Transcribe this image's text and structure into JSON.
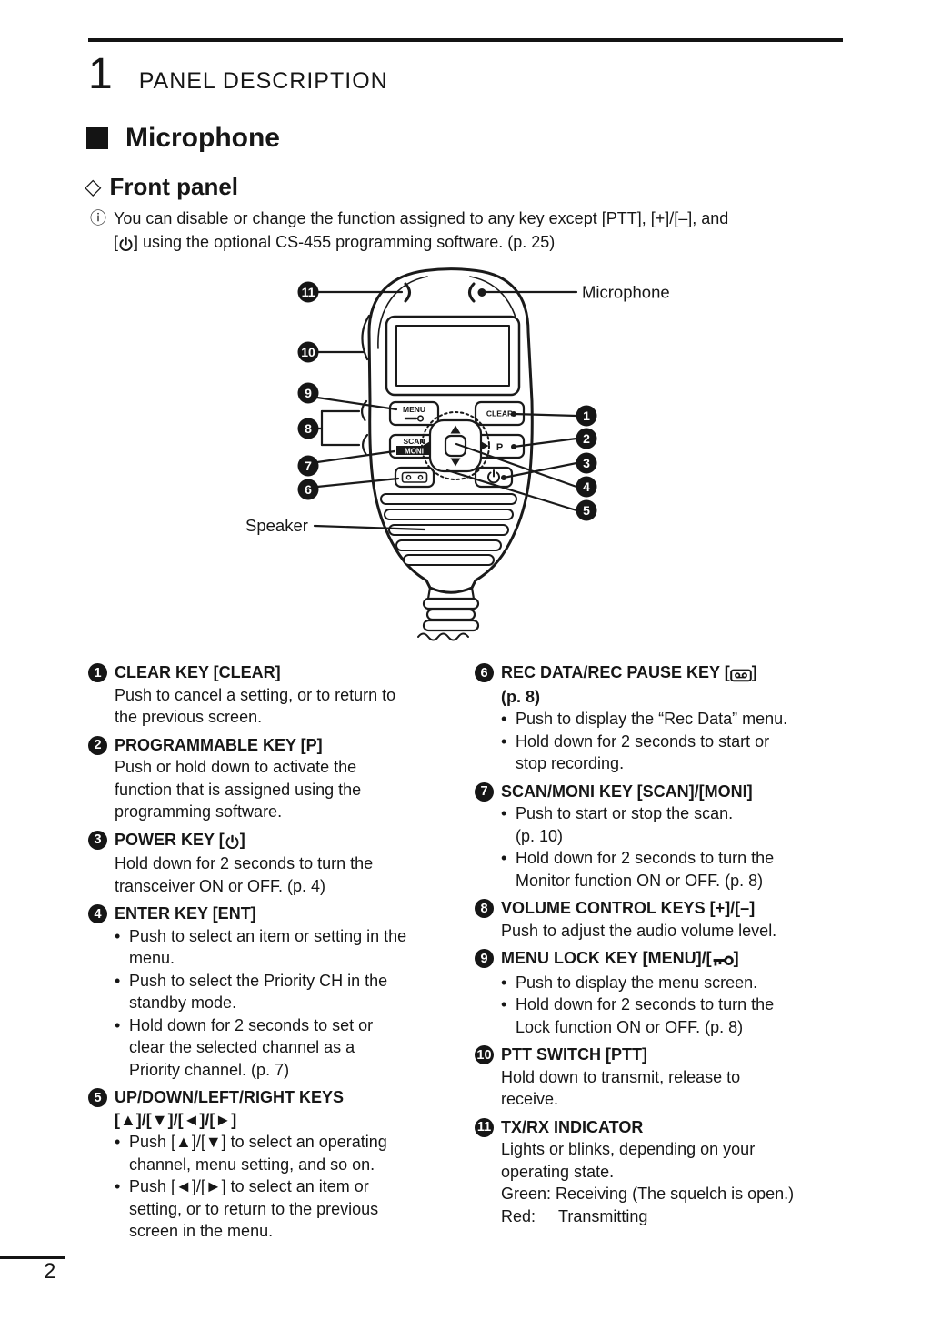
{
  "header": {
    "chapter_number": "1",
    "chapter_title": "PANEL DESCRIPTION",
    "section_title": "Microphone",
    "subsection_title": "Front panel"
  },
  "note": {
    "text": "You can disable or change the function assigned to any key except [PTT], [+]/[–], and\n[{power}] using the optional CS-455 programming software. (p. 25)"
  },
  "diagram": {
    "microphone_label": "Microphone",
    "speaker_label": "Speaker",
    "buttons": {
      "menu": "MENU",
      "scan": "SCAN",
      "moni": "MONI",
      "clear": "CLEAR",
      "p": "P"
    },
    "callouts": [
      "1",
      "2",
      "3",
      "4",
      "5",
      "6",
      "7",
      "8",
      "9",
      "10",
      "11"
    ]
  },
  "items_left": [
    {
      "num": "1",
      "title": "CLEAR KEY [CLEAR]",
      "paragraphs": [
        "Push to cancel a setting, or to return to\nthe previous screen."
      ]
    },
    {
      "num": "2",
      "title": "PROGRAMMABLE KEY [P]",
      "paragraphs": [
        "Push or hold down to activate the\nfunction that is assigned using the\nprogramming software."
      ]
    },
    {
      "num": "3",
      "title": "POWER KEY [{power}]",
      "paragraphs": [
        "Hold down for 2 seconds to turn the\ntransceiver ON or OFF. (p. 4)"
      ]
    },
    {
      "num": "4",
      "title": "ENTER KEY [ENT]",
      "bullets": [
        "Push to select an item or setting in the\nmenu.",
        "Push to select the Priority CH in the\nstandby mode.",
        "Hold down for 2 seconds to set or\nclear the selected channel as a\nPriority channel. (p. 7)"
      ]
    },
    {
      "num": "5",
      "title": "UP/DOWN/LEFT/RIGHT KEYS",
      "title2": "[▲]/[▼]/[◄]/[►]",
      "bullets": [
        "Push [▲]/[▼] to select an operating\nchannel, menu setting, and so on.",
        "Push [◄]/[►] to select an item or\nsetting, or to return to the previous\nscreen in the menu."
      ]
    }
  ],
  "items_right": [
    {
      "num": "6",
      "title": "REC DATA/REC PAUSE KEY [{rec}]",
      "title2": "(p. 8)",
      "bullets": [
        "Push to display the “Rec Data” menu.",
        "Hold down for 2 seconds to start or\nstop recording."
      ]
    },
    {
      "num": "7",
      "title": "SCAN/MONI KEY [SCAN]/[MONI]",
      "bullets": [
        "Push to start or stop the scan.\n(p. 10)",
        "Hold down for 2 seconds to turn the\nMonitor function ON or OFF. (p. 8)"
      ]
    },
    {
      "num": "8",
      "title": "VOLUME CONTROL KEYS [+]/[–]",
      "paragraphs": [
        "Push to adjust the audio volume level."
      ]
    },
    {
      "num": "9",
      "title": "MENU LOCK KEY [MENU]/[{key}]",
      "bullets": [
        "Push to display the menu screen.",
        "Hold down for 2 seconds to turn the\nLock function ON or OFF. (p. 8)"
      ]
    },
    {
      "num": "10",
      "title": "PTT SWITCH [PTT]",
      "paragraphs": [
        "Hold down to transmit, release to\nreceive."
      ]
    },
    {
      "num": "11",
      "title": "TX/RX INDICATOR",
      "paragraphs": [
        "Lights or blinks, depending on your\noperating state.\nGreen: Receiving (The squelch is open.)\nRed:     Transmitting"
      ]
    }
  ],
  "footer": {
    "page_number": "2"
  }
}
